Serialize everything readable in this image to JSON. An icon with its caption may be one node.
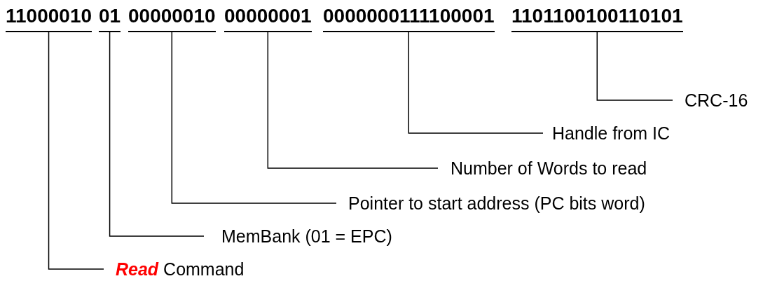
{
  "diagram": {
    "nodes": [
      {
        "text": [
          "11000010"
        ]
      },
      {
        "text": [
          "01"
        ]
      },
      {
        "text": [
          "00000010"
        ]
      },
      {
        "text": [
          "00000001"
        ]
      },
      {
        "text": [
          "0000000111100001"
        ]
      },
      {
        "text": [
          "1101100100110101"
        ]
      },
      {
        "text": [
          "CRC-16"
        ]
      },
      {
        "text": [
          "Handle from IC"
        ]
      },
      {
        "text": [
          "Number of Words to read"
        ]
      },
      {
        "text": [
          "Pointer to start address (PC bits word)"
        ]
      },
      {
        "text": [
          "MemBank (01 = EPC)"
        ]
      },
      {
        "text": [
          "**Read** Command"
        ]
      }
    ],
    "edges": [
      {
        "from": 6,
        "to": 5,
        "arrow": "none"
      },
      {
        "from": 7,
        "to": 4,
        "arrow": "none"
      },
      {
        "from": 8,
        "to": 3,
        "arrow": "none"
      },
      {
        "from": 9,
        "to": 2,
        "arrow": "none"
      },
      {
        "from": 10,
        "to": 1,
        "arrow": "none"
      },
      {
        "from": 11,
        "to": 0,
        "arrow": "none"
      }
    ]
  }
}
